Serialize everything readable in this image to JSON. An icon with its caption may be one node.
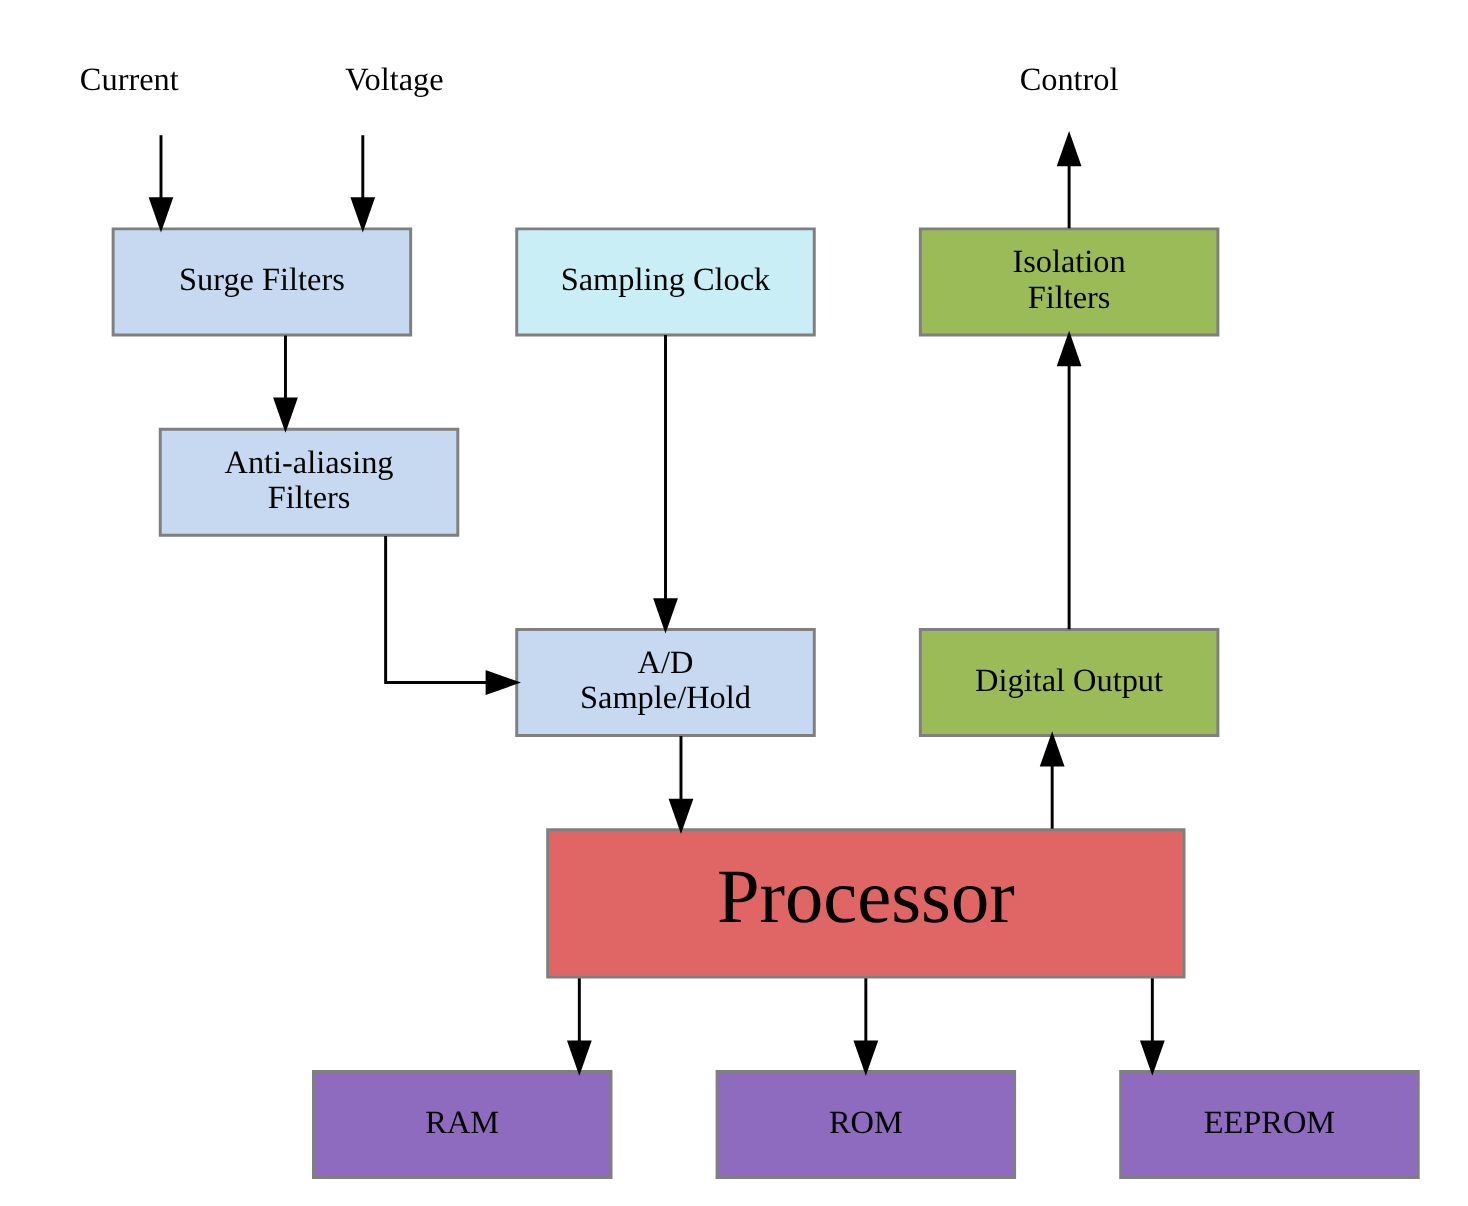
{
  "diagram": {
    "nodes": [
      {
        "text": [
          "Voltage"
        ]
      },
      {
        "text": [
          "Current"
        ]
      },
      {
        "text": [
          "Surge Filters"
        ]
      },
      {
        "text": [
          "Anti-aliasing Filters"
        ]
      },
      {
        "text": [
          "A/D Sample/Hold"
        ]
      },
      {
        "text": [
          "Sampling Clock"
        ]
      },
      {
        "text": [
          "Processor"
        ]
      },
      {
        "text": [
          "RAM"
        ]
      },
      {
        "text": [
          "ROM"
        ]
      },
      {
        "text": [
          "EEPROM"
        ]
      },
      {
        "text": [
          "Digital Output"
        ]
      },
      {
        "text": [
          "Isolation Filters"
        ]
      },
      {
        "text": [
          "Control"
        ]
      }
    ],
    "edges": [
      {
        "from": 0,
        "to": 2,
        "arrow": "to"
      },
      {
        "from": 1,
        "to": 2,
        "arrow": "to"
      },
      {
        "from": 2,
        "to": 3,
        "arrow": "to"
      },
      {
        "from": 3,
        "to": 4,
        "arrow": "to"
      },
      {
        "from": 5,
        "to": 4,
        "arrow": "to"
      },
      {
        "from": 4,
        "to": 6,
        "arrow": "to"
      },
      {
        "from": 6,
        "to": 7,
        "arrow": "to"
      },
      {
        "from": 6,
        "to": 8,
        "arrow": "to"
      },
      {
        "from": 6,
        "to": 9,
        "arrow": "to"
      },
      {
        "from": 6,
        "to": 10,
        "arrow": "to"
      },
      {
        "from": 10,
        "to": 11,
        "arrow": "to"
      },
      {
        "from": 11,
        "to": 12,
        "arrow": "to"
      }
    ]
  }
}
